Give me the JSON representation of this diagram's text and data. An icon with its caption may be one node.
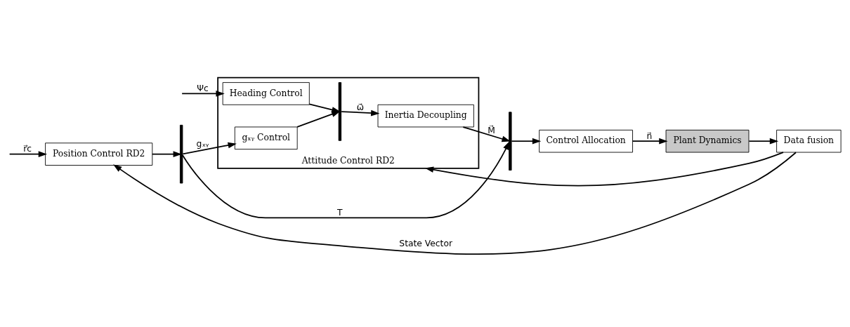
{
  "diagram": {
    "nodes": [
      {
        "text": [
          "Position Control RD2"
        ]
      },
      {
        "text": [
          "Attitude Control RD2"
        ]
      },
      {
        "text": [
          "gₓᵧ Control"
        ],
        "in": 1
      },
      {
        "text": [
          "Heading Control"
        ],
        "in": 1
      },
      {
        "text": [
          "Inertia Decoupling"
        ],
        "in": 1
      },
      {
        "text": [
          "Control Allocation"
        ]
      },
      {
        "text": [
          "Plant Dynamics"
        ]
      },
      {
        "text": [
          "Data fusion"
        ]
      },
      {
        "text": [],
        "shape": "bar"
      },
      {
        "text": [],
        "shape": "bar",
        "in": 1
      },
      {
        "text": [],
        "shape": "bar"
      }
    ],
    "edges": [
      {
        "from": null,
        "to": 0,
        "arrow": "to",
        "label": "r⃗c"
      },
      {
        "from": 0,
        "to": 8,
        "arrow": "to"
      },
      {
        "from": 8,
        "to": 10,
        "arrow": "to",
        "label": "T"
      },
      {
        "from": 8,
        "to": 2,
        "arrow": "to",
        "label": "gₓᵧ"
      },
      {
        "from": null,
        "to": 3,
        "arrow": "to",
        "label": "Ψc"
      },
      {
        "from": 2,
        "to": 9,
        "arrow": "to"
      },
      {
        "from": 3,
        "to": 9,
        "arrow": "to"
      },
      {
        "from": 9,
        "to": 4,
        "arrow": "to",
        "label": "ω̇⃗"
      },
      {
        "from": 4,
        "to": 10,
        "arrow": "to",
        "label": "M⃗"
      },
      {
        "from": 10,
        "to": 5,
        "arrow": "to"
      },
      {
        "from": 5,
        "to": 6,
        "arrow": "to",
        "label": "n⃗"
      },
      {
        "from": 6,
        "to": 7,
        "arrow": "to"
      },
      {
        "from": 7,
        "to": 0,
        "arrow": "to",
        "label": "State Vector"
      },
      {
        "from": 7,
        "to": 1,
        "arrow": "to"
      }
    ]
  }
}
